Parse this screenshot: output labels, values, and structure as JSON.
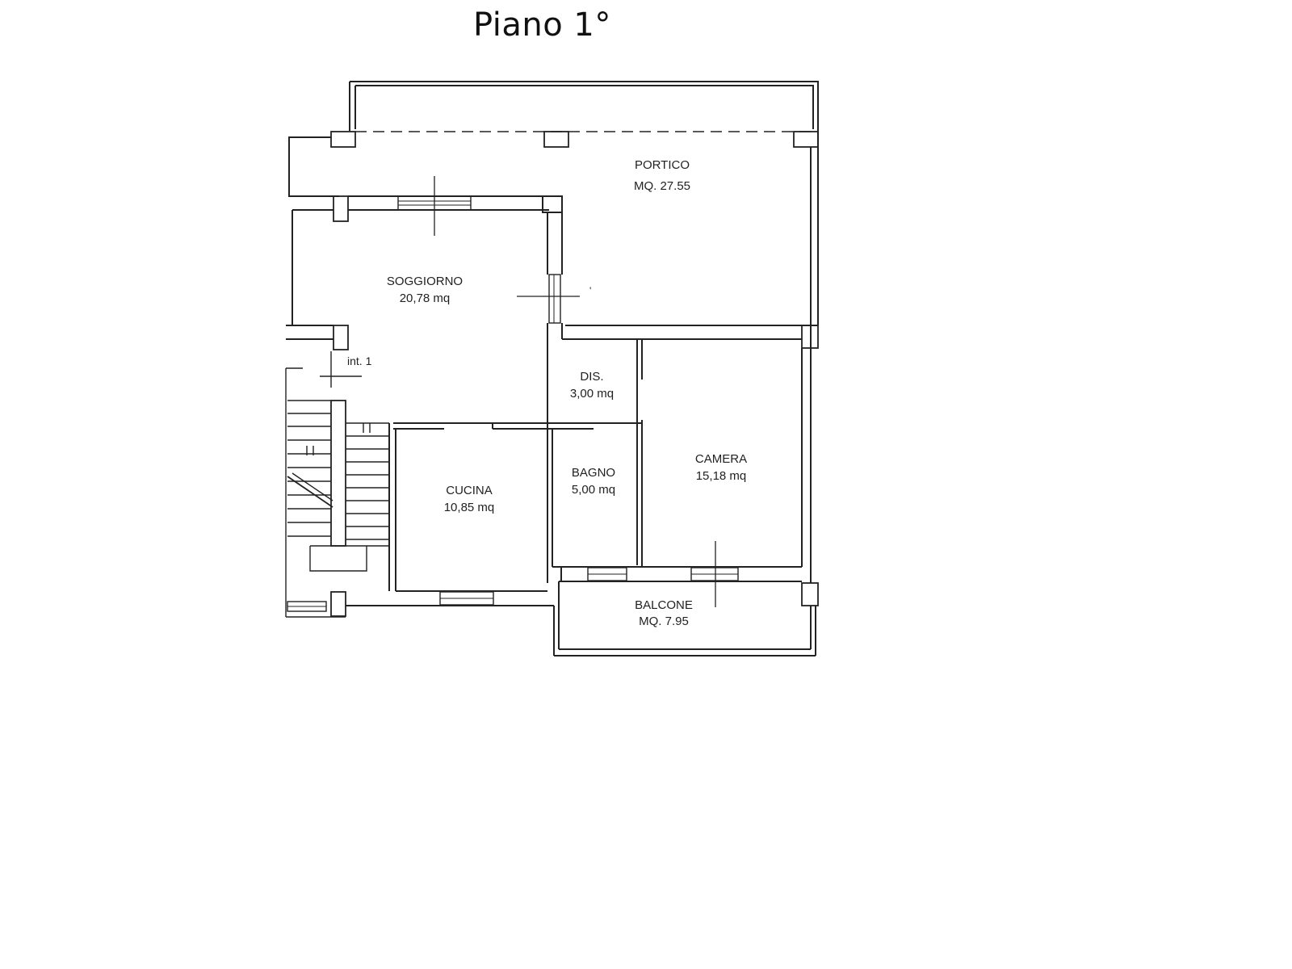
{
  "title": "Piano 1°",
  "rooms": {
    "portico": {
      "name": "PORTICO",
      "area": "MQ. 27.55"
    },
    "soggiorno": {
      "name": "SOGGIORNO",
      "area": "20,78 mq"
    },
    "dis": {
      "name": "DIS.",
      "area": "3,00 mq"
    },
    "camera": {
      "name": "CAMERA",
      "area": "15,18 mq"
    },
    "cucina": {
      "name": "CUCINA",
      "area": "10,85 mq"
    },
    "bagno": {
      "name": "BAGNO",
      "area": "5,00 mq"
    },
    "balcone": {
      "name": "BALCONE",
      "area": "MQ. 7.95"
    }
  },
  "annotations": {
    "unit": "int. 1",
    "tick": "'"
  },
  "colors": {
    "line": "#222222",
    "background": "#ffffff"
  }
}
